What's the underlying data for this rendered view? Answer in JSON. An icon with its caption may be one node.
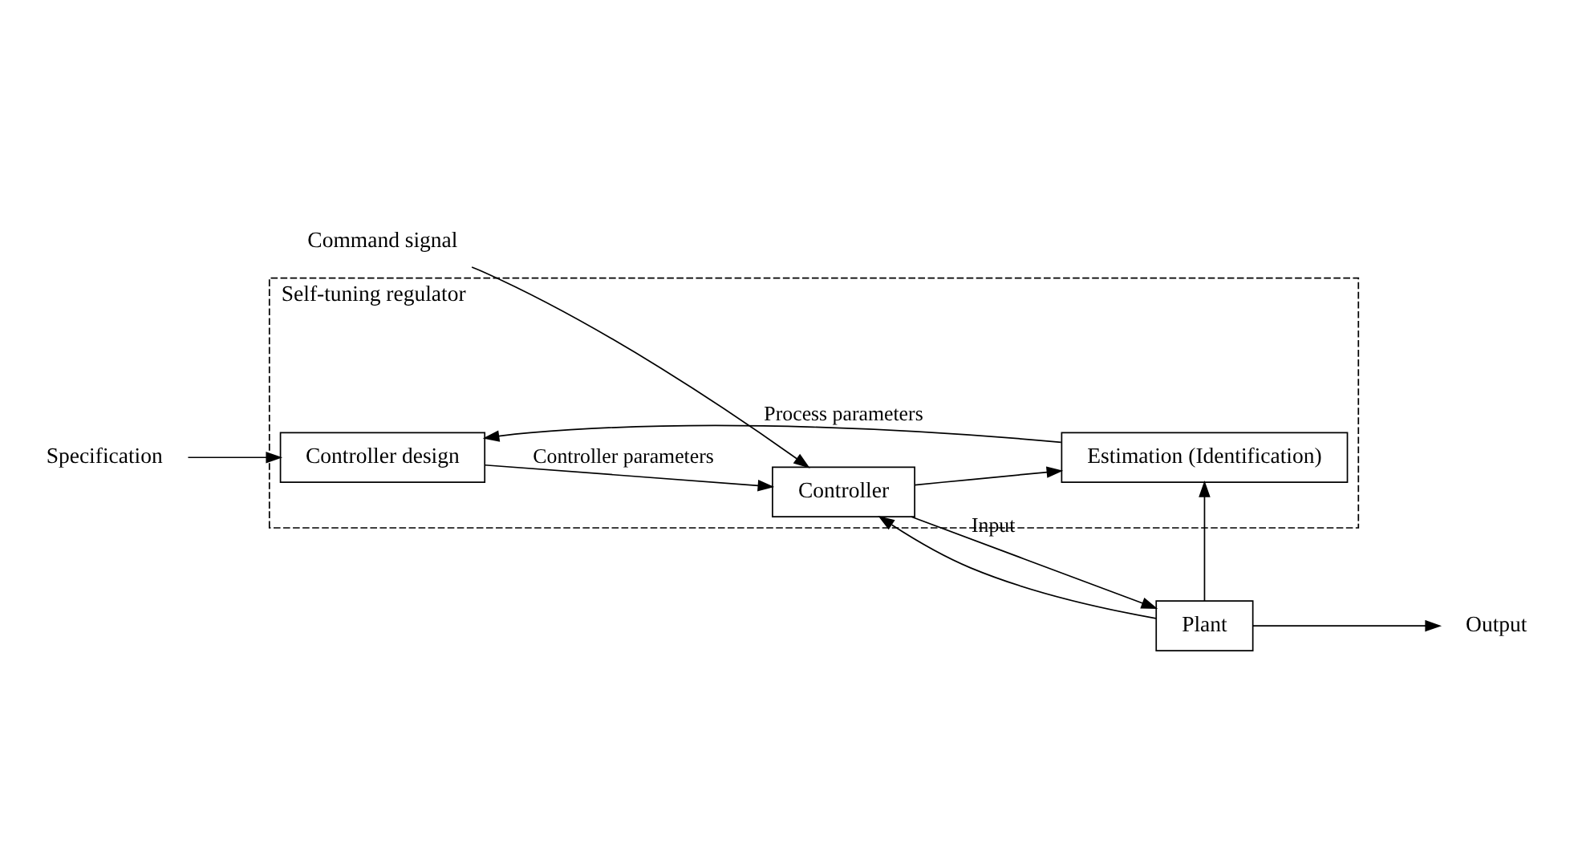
{
  "diagram": {
    "nodes": [
      {
        "text": [
          "Self-tuning regulator"
        ]
      },
      {
        "text": [
          "Specification"
        ]
      },
      {
        "text": [
          "Controller design"
        ],
        "in": 0
      },
      {
        "text": [
          "Estimation (Identification)"
        ],
        "in": 0
      },
      {
        "text": [
          "Command signal"
        ]
      },
      {
        "text": [
          "Controller"
        ],
        "in": 0
      },
      {
        "text": [
          "Plant"
        ]
      },
      {
        "text": [
          "Output"
        ]
      }
    ],
    "edges": [
      {
        "from": 1,
        "to": 2,
        "arrow": "to"
      },
      {
        "from": 3,
        "to": 2,
        "arrow": "to",
        "label": "Process parameters"
      },
      {
        "from": 2,
        "to": 5,
        "arrow": "to",
        "label": "Controller parameters"
      },
      {
        "from": 4,
        "to": 5,
        "arrow": "to"
      },
      {
        "from": 5,
        "to": 3,
        "arrow": "to"
      },
      {
        "from": 5,
        "to": 6,
        "arrow": "to",
        "label": "Input"
      },
      {
        "from": 6,
        "to": 7,
        "arrow": "to"
      },
      {
        "from": 6,
        "to": 3,
        "arrow": "to"
      },
      {
        "from": 6,
        "to": 5,
        "arrow": "to"
      }
    ]
  }
}
